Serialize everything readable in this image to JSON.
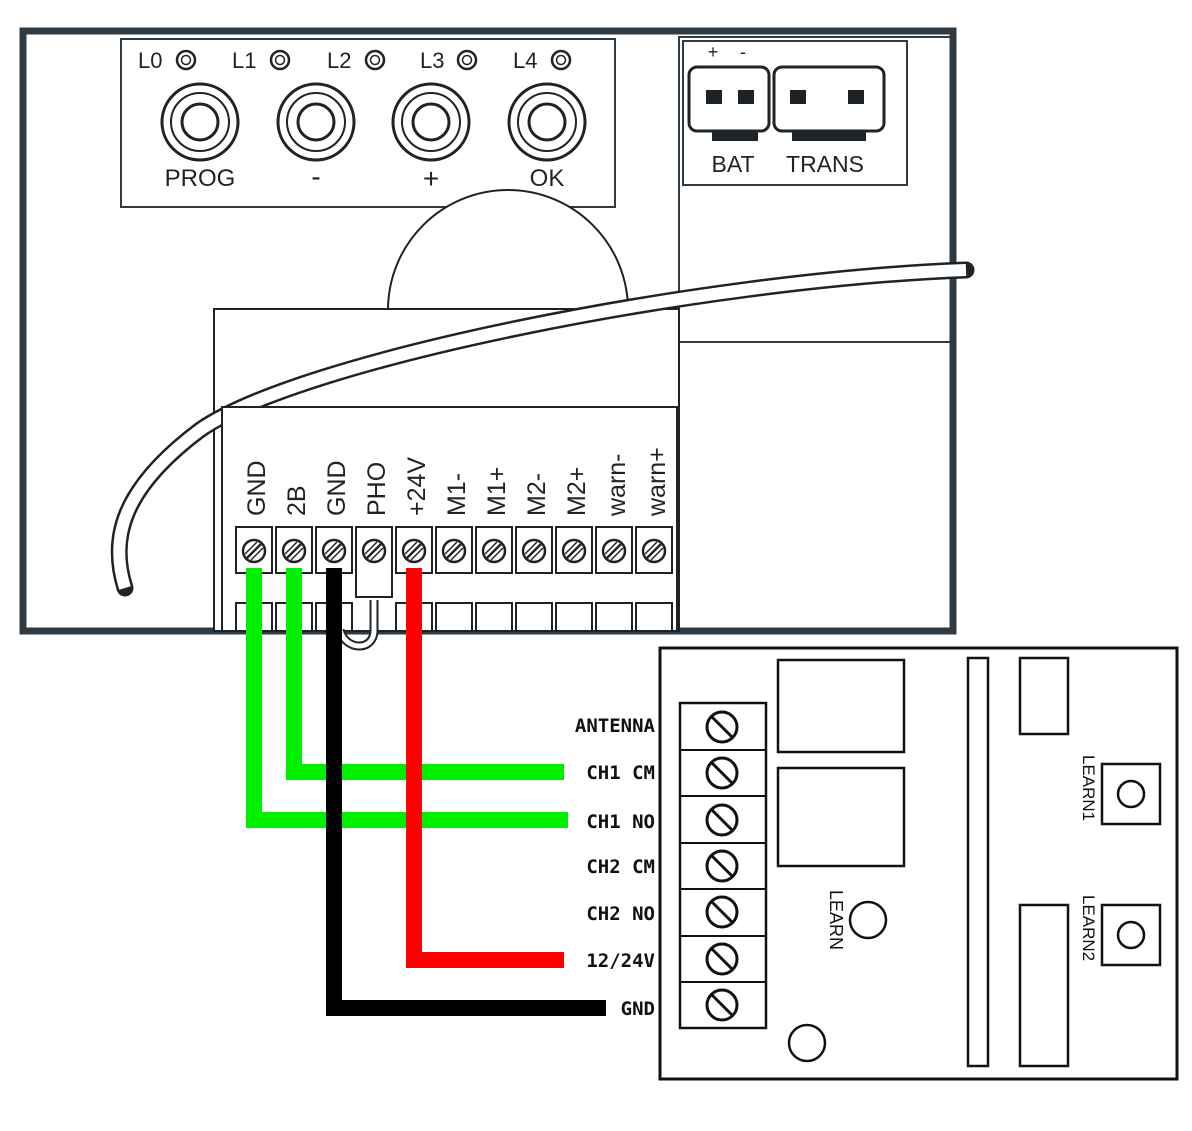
{
  "main_board": {
    "leds": [
      "L0",
      "L1",
      "L2",
      "L3",
      "L4"
    ],
    "buttons": [
      "PROG",
      "-",
      "+",
      "OK"
    ],
    "connectors": {
      "bat_polarity_plus": "+",
      "bat_polarity_minus": "-",
      "bat": "BAT",
      "trans": "TRANS"
    },
    "terminals": [
      "GND",
      "2B",
      "GND",
      "PHO",
      "+24V",
      "M1-",
      "M1+",
      "M2-",
      "M2+",
      "warn-",
      "warn+"
    ]
  },
  "receiver": {
    "terminals": [
      "ANTENNA",
      "CH1 CM",
      "CH1 NO",
      "CH2 CM",
      "CH2 NO",
      "12/24V",
      "GND"
    ],
    "buttons": {
      "learn": "LEARN",
      "learn1": "LEARN1",
      "learn2": "LEARN2"
    }
  },
  "wire_colors": {
    "green": "#00ee00",
    "black": "#000000",
    "red": "#ff0000",
    "board": "#2f3a42"
  }
}
